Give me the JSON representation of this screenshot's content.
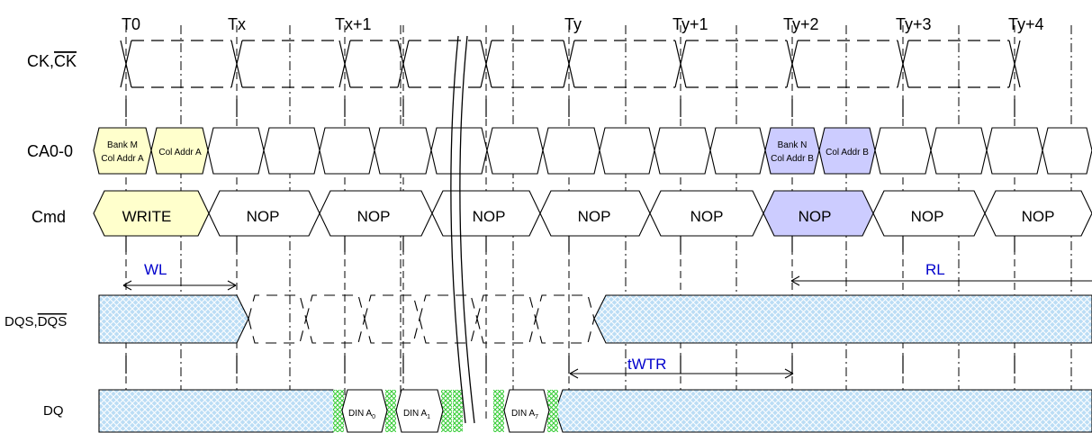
{
  "clock_labels": [
    "T0",
    "Tx",
    "Tx+1",
    "Ty",
    "Ty+1",
    "Ty+2",
    "Ty+3",
    "Ty+4"
  ],
  "signals": {
    "ck": "CK,",
    "ck_bar": "CK",
    "ca": "CA0-0",
    "cmd": "Cmd",
    "dqs": "DQS,",
    "dqs_bar": "DQS",
    "dq": "DQ"
  },
  "ca": {
    "bank_m": "Bank M",
    "col_addr_a_1": "Col Addr A",
    "col_addr_a_2": "Col Addr A",
    "bank_n": "Bank N",
    "col_addr_b_1": "Col Addr B",
    "col_addr_b_2": "Col Addr B"
  },
  "commands": [
    "WRITE",
    "NOP",
    "NOP",
    "NOP",
    "NOP",
    "NOP",
    "NOP",
    "NOP",
    "NOP"
  ],
  "timing": {
    "wl": "WL",
    "rl": "RL",
    "twtr": "tWTR"
  },
  "dq": {
    "din_prefix": "DIN A",
    "subs": [
      "0",
      "1",
      "7"
    ]
  },
  "colors": {
    "write_fill": "#ffffcc",
    "read_fill": "#ccccff",
    "hatch_fill": "#bbddf5",
    "hatch_line": "#ffffff",
    "dq_cross": "#33cc33",
    "timing_label": "#0000cc"
  }
}
